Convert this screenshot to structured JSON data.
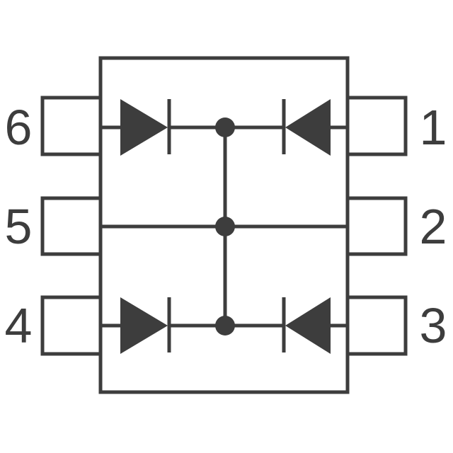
{
  "colors": {
    "stroke": "#3d3d3d",
    "background": "#ffffff"
  },
  "pins": {
    "p1": "1",
    "p2": "2",
    "p3": "3",
    "p4": "4",
    "p5": "5",
    "p6": "6"
  }
}
